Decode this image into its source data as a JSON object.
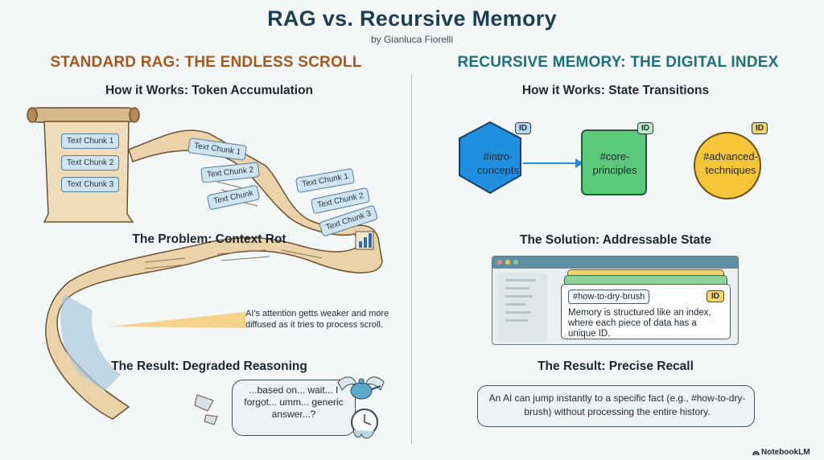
{
  "header": {
    "title": "RAG vs. Recursive Memory",
    "subtitle": "by Gianluca Fiorelli"
  },
  "left": {
    "heading": "STANDARD RAG: THE ENDLESS SCROLL",
    "how_title": "How it Works: Token Accumulation",
    "chunks": [
      "Text Chunk 1",
      "Text Chunk 2",
      "Text Chunk 3",
      "Text Chunk 1",
      "Text Chunk 2",
      "Text Chunk",
      "Text Chunk 1",
      "Text Chunk 2",
      "Text Chunk 3"
    ],
    "problem_title": "The Problem: Context Rot",
    "attention_note": "AI's attention getts weaker and more diffused as it tries to process scroll.",
    "result_title": "The Result: Degraded Reasoning",
    "speech": "...based on... wait... I forgot... umm... generic answer...?"
  },
  "right": {
    "heading": "RECURSIVE MEMORY: THE DIGITAL INDEX",
    "how_title": "How it Works: State Transitions",
    "nodes": [
      {
        "label": "#intro-concepts",
        "line1": "#intro-",
        "line2": "concepts",
        "badge": "ID",
        "color": "#1f8fe0"
      },
      {
        "label": "#core-principles",
        "line1": "#core-",
        "line2": "principles",
        "badge": "ID",
        "color": "#5cc87a"
      },
      {
        "label": "#advanced-techniques",
        "line1": "#advanced-",
        "line2": "techniques",
        "badge": "ID",
        "color": "#f7c53a"
      }
    ],
    "solution_title": "The Solution: Addressable State",
    "card_key": "#how-to-dry-brush",
    "card_id": "ID",
    "card_text": "Memory is structured like an index, where each piece of data has a unique ID.",
    "result_title": "The Result: Precise Recall",
    "result_text": "An AI can jump instantly to a specific fact (e.g., #how-to-dry-brush) without processing the entire history."
  },
  "footer": {
    "brand": "NotebookLM"
  }
}
